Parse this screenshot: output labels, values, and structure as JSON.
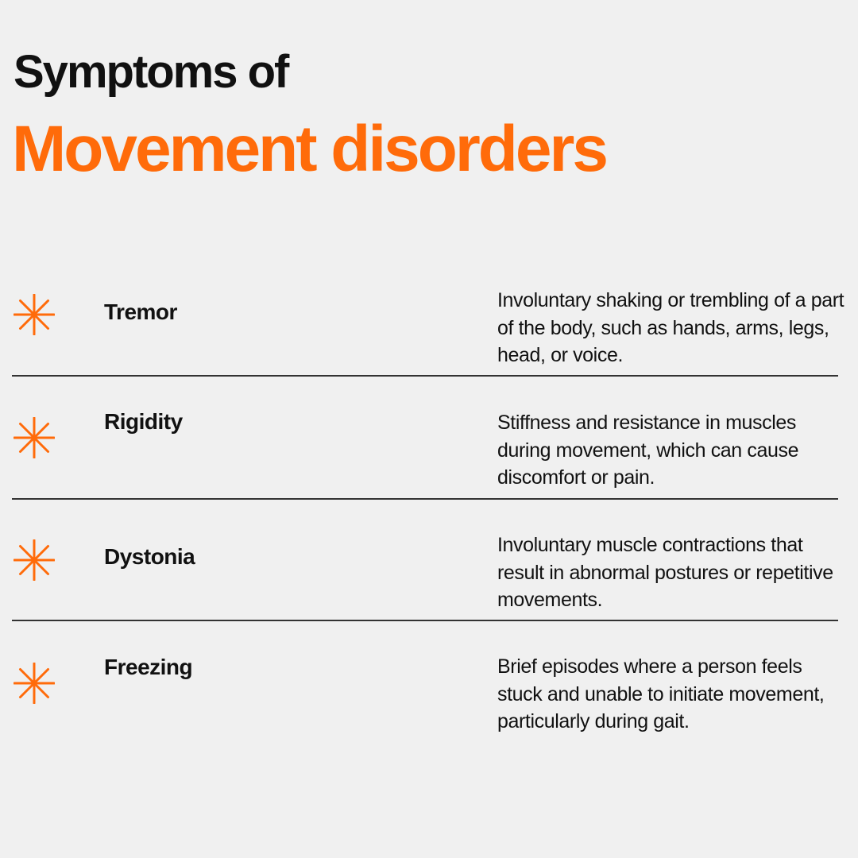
{
  "title": {
    "line1": "Symptoms of",
    "line2": "Movement disorders"
  },
  "colors": {
    "accent": "#ff6b0a",
    "background": "#f0f0f0",
    "text": "#111111"
  },
  "icon": "asterisk-icon",
  "items": [
    {
      "name": "Tremor",
      "description": "Involuntary shaking or trembling of a part of the body, such as hands, arms, legs, head, or voice."
    },
    {
      "name": "Rigidity",
      "description": "Stiffness and resistance in muscles during movement, which can cause discomfort or pain."
    },
    {
      "name": "Dystonia",
      "description": "Involuntary muscle contractions that result in abnormal postures or repetitive movements."
    },
    {
      "name": "Freezing",
      "description": "Brief episodes where a person feels stuck and unable to initiate movement, particularly during gait."
    }
  ]
}
